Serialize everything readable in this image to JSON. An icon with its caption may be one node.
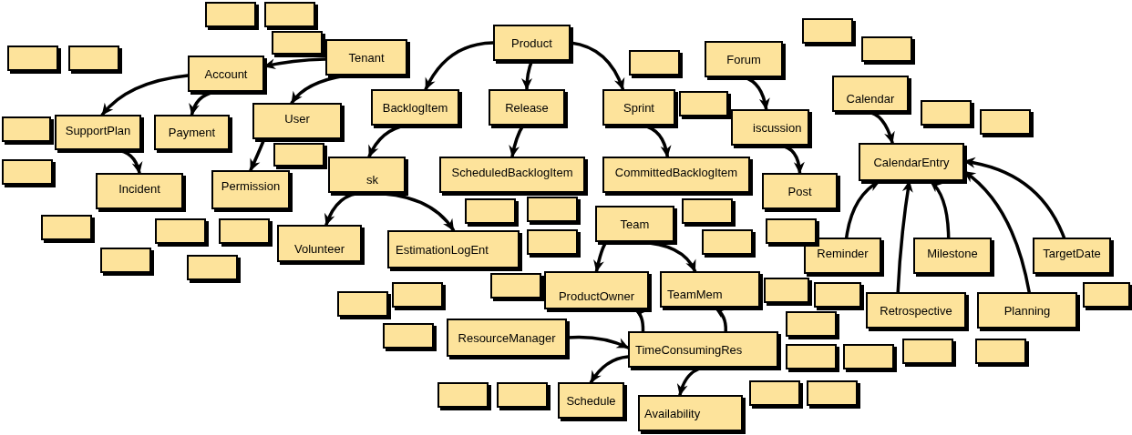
{
  "diagram": {
    "nodes": [
      {
        "text": [
          "Product"
        ]
      },
      {
        "text": [
          "Tenant"
        ]
      },
      {
        "text": [
          "Forum"
        ]
      },
      {
        "text": [
          "Account"
        ]
      },
      {
        "text": [
          "Calendar"
        ]
      },
      {
        "text": [
          "BacklogItem"
        ]
      },
      {
        "text": [
          "Release"
        ]
      },
      {
        "text": [
          "Sprint"
        ]
      },
      {
        "text": [
          "User"
        ]
      },
      {
        "text": [
          "iscussion"
        ]
      },
      {
        "text": [
          "SupportPlan"
        ]
      },
      {
        "text": [
          "Payment"
        ]
      },
      {
        "text": [
          "CalendarEntry"
        ]
      },
      {
        "text": [
          "sk"
        ]
      },
      {
        "text": [
          "ScheduledBacklogItem"
        ]
      },
      {
        "text": [
          "CommittedBacklogItem"
        ]
      },
      {
        "text": [
          "Permission"
        ]
      },
      {
        "text": [
          "Incident"
        ]
      },
      {
        "text": [
          "Post"
        ]
      },
      {
        "text": [
          "Team"
        ]
      },
      {
        "text": [
          "Volunteer"
        ]
      },
      {
        "text": [
          "EstimationLogEnt"
        ]
      },
      {
        "text": [
          "Reminder"
        ]
      },
      {
        "text": [
          "Milestone"
        ]
      },
      {
        "text": [
          "TargetDate"
        ]
      },
      {
        "text": [
          "ProductOwner"
        ]
      },
      {
        "text": [
          "TeamMem"
        ]
      },
      {
        "text": [
          "Retrospective"
        ]
      },
      {
        "text": [
          "Planning"
        ]
      },
      {
        "text": [
          "ResourceManager"
        ]
      },
      {
        "text": [
          "TimeConsumingRes"
        ]
      },
      {
        "text": [
          "Schedule"
        ]
      },
      {
        "text": [
          "Availability"
        ]
      },
      {
        "text": [],
        "shape": "box"
      },
      {
        "text": [],
        "shape": "box"
      },
      {
        "text": [],
        "shape": "box"
      },
      {
        "text": [],
        "shape": "box"
      },
      {
        "text": [],
        "shape": "box"
      },
      {
        "text": [],
        "shape": "box"
      },
      {
        "text": [],
        "shape": "box"
      },
      {
        "text": [],
        "shape": "box"
      },
      {
        "text": [],
        "shape": "box"
      },
      {
        "text": [],
        "shape": "box"
      },
      {
        "text": [],
        "shape": "box"
      },
      {
        "text": [],
        "shape": "box"
      },
      {
        "text": [],
        "shape": "box"
      },
      {
        "text": [],
        "shape": "box"
      },
      {
        "text": [],
        "shape": "box"
      },
      {
        "text": [],
        "shape": "box"
      },
      {
        "text": [],
        "shape": "box"
      },
      {
        "text": [],
        "shape": "box"
      },
      {
        "text": [],
        "shape": "box"
      },
      {
        "text": [],
        "shape": "box"
      },
      {
        "text": [],
        "shape": "box"
      },
      {
        "text": [],
        "shape": "box"
      },
      {
        "text": [],
        "shape": "box"
      },
      {
        "text": [],
        "shape": "box"
      },
      {
        "text": [],
        "shape": "box"
      },
      {
        "text": [],
        "shape": "box"
      },
      {
        "text": [],
        "shape": "box"
      },
      {
        "text": [],
        "shape": "box"
      },
      {
        "text": [],
        "shape": "box"
      },
      {
        "text": [],
        "shape": "box"
      },
      {
        "text": [],
        "shape": "box"
      },
      {
        "text": [],
        "shape": "box"
      },
      {
        "text": [],
        "shape": "box"
      },
      {
        "text": [],
        "shape": "box"
      },
      {
        "text": [],
        "shape": "box"
      },
      {
        "text": [],
        "shape": "box"
      },
      {
        "text": [],
        "shape": "box"
      },
      {
        "text": [],
        "shape": "box"
      },
      {
        "text": [],
        "shape": "box"
      },
      {
        "text": [],
        "shape": "box"
      },
      {
        "text": [],
        "shape": "box"
      }
    ],
    "edges": [
      {
        "from": 0,
        "to": 5,
        "arrow": "to"
      },
      {
        "from": 0,
        "to": 6,
        "arrow": "to"
      },
      {
        "from": 0,
        "to": 7,
        "arrow": "to"
      },
      {
        "from": 1,
        "to": 3,
        "arrow": "to"
      },
      {
        "from": 1,
        "to": 8,
        "arrow": "to"
      },
      {
        "from": 3,
        "to": 10,
        "arrow": "to"
      },
      {
        "from": 3,
        "to": 11,
        "arrow": "to"
      },
      {
        "from": 10,
        "to": 17,
        "arrow": "to"
      },
      {
        "from": 8,
        "to": 16,
        "arrow": "to"
      },
      {
        "from": 5,
        "to": 13,
        "arrow": "to"
      },
      {
        "from": 13,
        "to": 20,
        "arrow": "to"
      },
      {
        "from": 13,
        "to": 21,
        "arrow": "to"
      },
      {
        "from": 6,
        "to": 14,
        "arrow": "to"
      },
      {
        "from": 7,
        "to": 15,
        "arrow": "to"
      },
      {
        "from": 2,
        "to": 9,
        "arrow": "to"
      },
      {
        "from": 9,
        "to": 18,
        "arrow": "to"
      },
      {
        "from": 4,
        "to": 12,
        "arrow": "to"
      },
      {
        "from": 22,
        "to": 12,
        "arrow": "to"
      },
      {
        "from": 27,
        "to": 12,
        "arrow": "to"
      },
      {
        "from": 23,
        "to": 12,
        "arrow": "to"
      },
      {
        "from": 28,
        "to": 12,
        "arrow": "to"
      },
      {
        "from": 24,
        "to": 12,
        "arrow": "to"
      },
      {
        "from": 19,
        "to": 25,
        "arrow": "to"
      },
      {
        "from": 19,
        "to": 26,
        "arrow": "to"
      },
      {
        "from": 30,
        "to": 25,
        "arrow": "to"
      },
      {
        "from": 30,
        "to": 26,
        "arrow": "to"
      },
      {
        "from": 29,
        "to": 30,
        "arrow": "to"
      },
      {
        "from": 30,
        "to": 31,
        "arrow": "to"
      },
      {
        "from": 30,
        "to": 32,
        "arrow": "to"
      }
    ]
  }
}
